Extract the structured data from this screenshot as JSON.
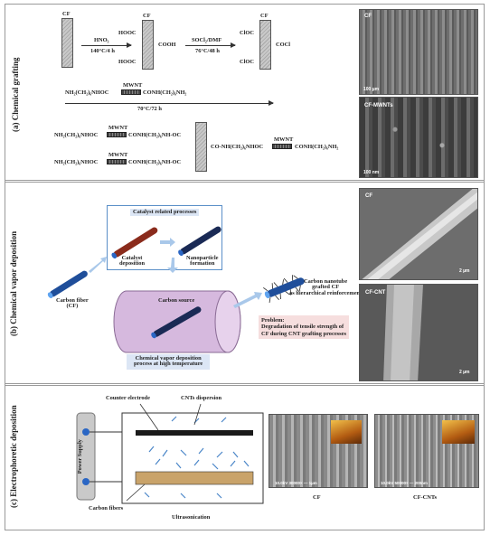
{
  "panel_a": {
    "side_label": "(a) Chemical grafting",
    "cf1": "CF",
    "cf2": "CF",
    "cf3": "CF",
    "hno3": "HNO₃",
    "cond1": "140°C/4 h",
    "hooc_top": "HOOC",
    "cooh": "COOH",
    "hooc_bot": "HOOC",
    "socl2": "SOCl₂/DMF",
    "cond2": "76°C/48 h",
    "cloc_top": "ClOC",
    "cocl": "COCl",
    "cloc_bot": "ClOC",
    "mwnt_reagent": "NH₂(CH₂)₆NHOC",
    "mwnt_label1": "MWNT",
    "mwnt_reagent_r": "CONH(CH₂)₆NH₂",
    "cond3": "70°C/72 h",
    "prod_top": "NH₂(CH₂)₆NHOC",
    "prod_mwnt_top": "MWNT",
    "prod_top_r": "CONH(CH₂)₆NH-OC",
    "prod_bot": "NH₂(CH₂)₆NHOC",
    "prod_mwnt_bot": "MWNT",
    "prod_bot_r": "CONH(CH₂)₆NH-OC",
    "prod_right": "CO-NH(CH₂)₆NHOC",
    "prod_mwnt_r": "MWNT",
    "prod_right_r": "CONH(CH₂)₆NH₂",
    "sem_cf_label": "CF",
    "sem_cf_scale": "100 µm",
    "sem_mwnt_label": "CF-MWNTs",
    "sem_mwnt_scale": "100 nm"
  },
  "panel_b": {
    "side_label": "(b) Chemical vapor deposition",
    "catalyst_title": "Catalyst related processes",
    "catalyst_deposition": "Catalyst\ndeposition",
    "nanoparticle_formation": "Nanoparticle\nformation",
    "carbon_fiber": "Carbon fiber\n(CF)",
    "carbon_source": "Carbon source",
    "cvd_caption": "Chemical vapor deposition\nprocess at high temperature",
    "grafted_cf": "Carbon nanotube\ngrafted CF\nas hierarchical reinforcement",
    "problem": "Problem:\nDegradation of tensile strength of\nCF during CNT grafting processes",
    "sem_cf_label": "CF",
    "sem_cf_scale": "2 µm",
    "sem_cnt_label": "CF-CNT",
    "sem_cnt_scale": "2 µm"
  },
  "panel_c": {
    "side_label": "(c) Electrophoretic deposition",
    "counter_electrode": "Counter electrode",
    "cnts_dispersion": "CNTs dispersion",
    "power_supply": "Power Supply",
    "carbon_fibers": "Carbon fibers",
    "ultrasonication": "Ultrasonication",
    "sem_cf_caption": "CF",
    "sem_cfcnts_caption": "CF-CNTs",
    "sem_cf_info": "10.0kV 30000×   — 1µm",
    "sem_cfcnts_info": "10.0kV 50000×   — 200nm"
  },
  "colors": {
    "panel_border": "#9a9a9a",
    "catalyst_box": "#5a8fc8",
    "caption_bg": "#dce6f5",
    "problem_bg": "#f6dede",
    "fiber_blue": "#1f4e9a"
  }
}
